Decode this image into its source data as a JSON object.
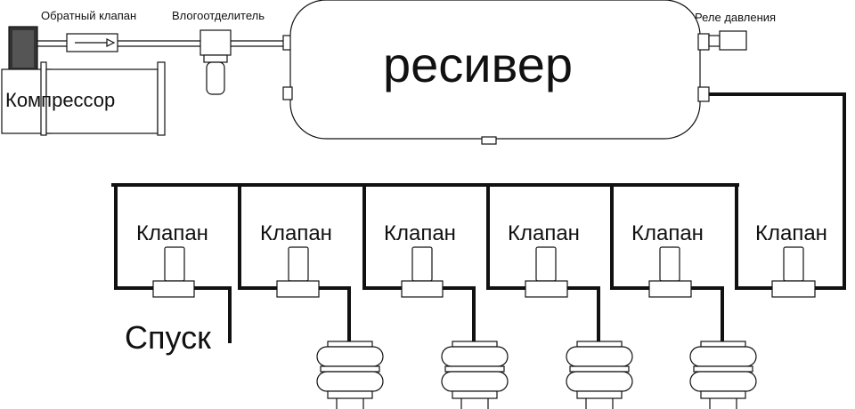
{
  "labels": {
    "check_valve": "Обратный клапан",
    "moisture_separator": "Влогоотделитель",
    "pressure_relay": "Реле давления",
    "receiver": "ресивер",
    "compressor": "Компрессор",
    "drain": "Спуск"
  },
  "valves": [
    {
      "label": "Клапан"
    },
    {
      "label": "Клапан"
    },
    {
      "label": "Клапан"
    },
    {
      "label": "Клапан"
    },
    {
      "label": "Клапан"
    },
    {
      "label": "Клапан"
    }
  ],
  "air_springs_count": 4
}
